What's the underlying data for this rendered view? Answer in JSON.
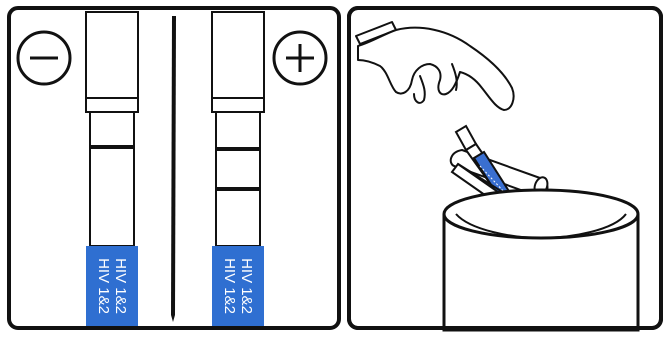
{
  "colors": {
    "ink": "#111111",
    "strip_blue": "#2f6fd1",
    "label_text": "#ffffff",
    "dropper_label": "#3a6fd0"
  },
  "negative_panel": {
    "symbol": "minus-sign-icon",
    "strip_label_line1": "HIV 1&2",
    "strip_label_line2": "HIV 1&2",
    "test_lines_shown": 1
  },
  "positive_panel": {
    "symbol": "plus-sign-icon",
    "strip_label_line1": "HIV 1&2",
    "strip_label_line2": "HIV 1&2",
    "test_lines_shown": 2
  },
  "disposal_panel": {
    "icons": [
      "gloved-hand-icon",
      "used-test-tube-icon",
      "dropper-icon",
      "waste-bin-icon"
    ]
  }
}
